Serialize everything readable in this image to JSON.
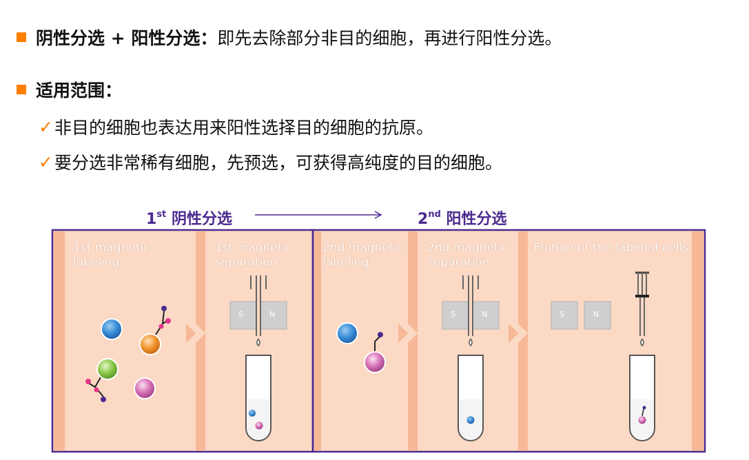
{
  "bullets": {
    "line1_bold": "阴性分选 + 阳性分选",
    "line1_colon": "：",
    "line1_rest": "即先去除部分非目的细胞，再进行阳性分选。",
    "line2_bold": "适用范围",
    "line2_colon": "：",
    "check_mark": "✓",
    "item1": "非目的细胞也表达用来阳性选择目的细胞的抗原。",
    "item2": "要分选非常稀有细胞，先预选，可获得高纯度的目的细胞。"
  },
  "steps": {
    "first": {
      "num": "1",
      "sup": "st",
      "label": "阴性分选"
    },
    "second": {
      "num": "2",
      "sup": "nd",
      "label": "阳性分选"
    }
  },
  "panels": [
    {
      "line1": "1st magnetic",
      "line2": "labeling"
    },
    {
      "line1": "1st magnetic",
      "line2": "separation"
    },
    {
      "line1": "2nd magnetic",
      "line2": "labeling"
    },
    {
      "line1": "2nd magnetic",
      "line2": "separation"
    },
    {
      "line1": "Elution of the labeled cells",
      "line2": ""
    }
  ],
  "magnet": {
    "south": "S",
    "north": "N"
  },
  "colors": {
    "accent_orange": "#ff7f00",
    "frame_purple": "#4b2a8f",
    "panel_bg": "#fbd9c4",
    "panel_stripe": "#f6b896"
  }
}
